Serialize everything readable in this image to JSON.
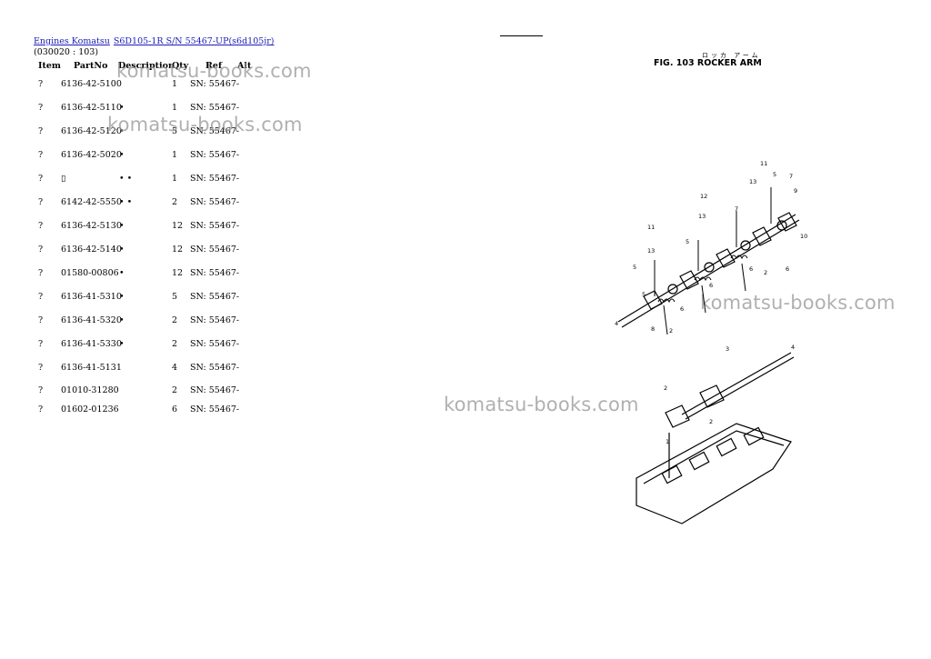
{
  "breadcrumb": {
    "link1": "Engines Komatsu",
    "link2": "S6D105-1R S/N 55467-UP(s6d105jr)"
  },
  "code": "(030020 : 103)",
  "table": {
    "headers": [
      "Item",
      "PartNo",
      "Description",
      "Qty",
      "Ref",
      "Alt"
    ],
    "rows": [
      {
        "item": "?",
        "part": "6136-42-5100",
        "desc": "",
        "qty": "1",
        "ref": "SN: 55467-"
      },
      {
        "item": "?",
        "part": "6136-42-5110",
        "desc": "•",
        "qty": "1",
        "ref": "SN: 55467-"
      },
      {
        "item": "?",
        "part": "6136-42-5120",
        "desc": "•",
        "qty": "5",
        "ref": "SN: 55467-"
      },
      {
        "item": "?",
        "part": "6136-42-5020",
        "desc": "•",
        "qty": "1",
        "ref": "SN: 55467-"
      },
      {
        "item": "?",
        "part": "▯",
        "desc": "• •",
        "qty": "1",
        "ref": "SN: 55467-"
      },
      {
        "item": "?",
        "part": "6142-42-5550",
        "desc": "• •",
        "qty": "2",
        "ref": "SN: 55467-"
      },
      {
        "item": "?",
        "part": "6136-42-5130",
        "desc": "•",
        "qty": "12",
        "ref": "SN: 55467-"
      },
      {
        "item": "?",
        "part": "6136-42-5140",
        "desc": "•",
        "qty": "12",
        "ref": "SN: 55467-"
      },
      {
        "item": "?",
        "part": "01580-00806",
        "desc": "•",
        "qty": "12",
        "ref": "SN: 55467-"
      },
      {
        "item": "?",
        "part": "6136-41-5310",
        "desc": "•",
        "qty": "5",
        "ref": "SN: 55467-"
      },
      {
        "item": "?",
        "part": "6136-41-5320",
        "desc": "•",
        "qty": "2",
        "ref": "SN: 55467-"
      },
      {
        "item": "?",
        "part": "6136-41-5330",
        "desc": "•",
        "qty": "2",
        "ref": "SN: 55467-"
      },
      {
        "item": "?",
        "part": "6136-41-5131",
        "desc": "",
        "qty": "4",
        "ref": "SN: 55467-"
      },
      {
        "item": "?",
        "part": "01010-31280",
        "desc": "",
        "qty": "2",
        "ref": "SN: 55467-"
      },
      {
        "item": "?",
        "part": "01602-01236",
        "desc": "",
        "qty": "6",
        "ref": "SN: 55467-"
      }
    ]
  },
  "watermark": "komatsu-books.com",
  "figure": {
    "jp": "ロッカ アーム",
    "title": "FIG. 103  ROCKER ARM",
    "callouts": [
      "1",
      "2",
      "3",
      "4",
      "5",
      "6",
      "7",
      "8",
      "9",
      "10",
      "11",
      "12",
      "13"
    ]
  }
}
